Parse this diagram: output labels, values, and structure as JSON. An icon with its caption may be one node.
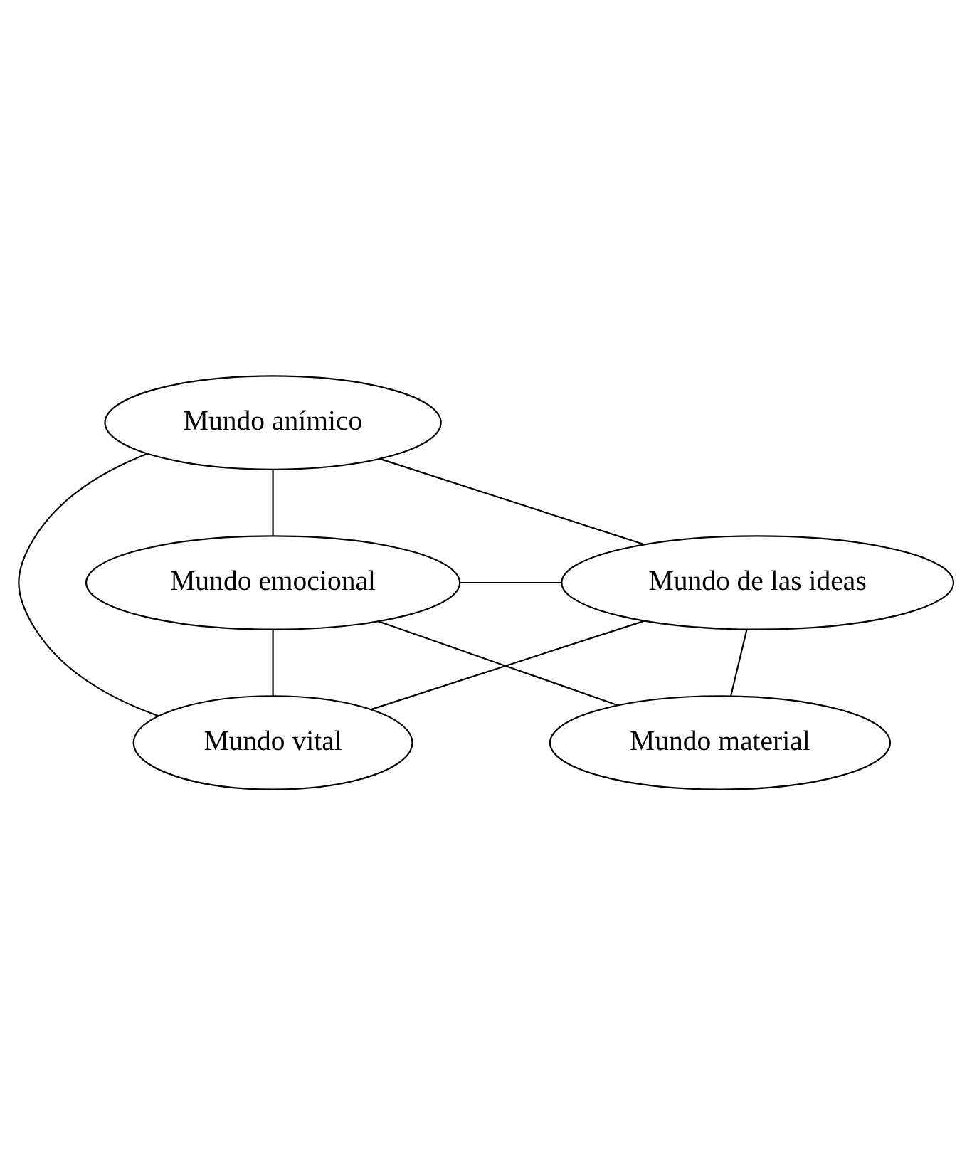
{
  "diagram": {
    "nodes": [
      {
        "text": [
          "Mundo anímico"
        ]
      },
      {
        "text": [
          "Mundo de las ideas"
        ]
      },
      {
        "text": [
          "Mundo emocional"
        ]
      },
      {
        "text": [
          "Mundo vital"
        ]
      },
      {
        "text": [
          "Mundo material"
        ]
      }
    ],
    "edges": [
      {
        "from": 0,
        "to": 1,
        "arrow": "none"
      },
      {
        "from": 0,
        "to": 3,
        "arrow": "none"
      },
      {
        "from": 0,
        "to": 2,
        "arrow": "none"
      },
      {
        "from": 1,
        "to": 2,
        "arrow": "none"
      },
      {
        "from": 1,
        "to": 3,
        "arrow": "none"
      },
      {
        "from": 2,
        "to": 3,
        "arrow": "none"
      },
      {
        "from": 1,
        "to": 4,
        "arrow": "none"
      },
      {
        "from": 2,
        "to": 4,
        "arrow": "none"
      }
    ]
  }
}
